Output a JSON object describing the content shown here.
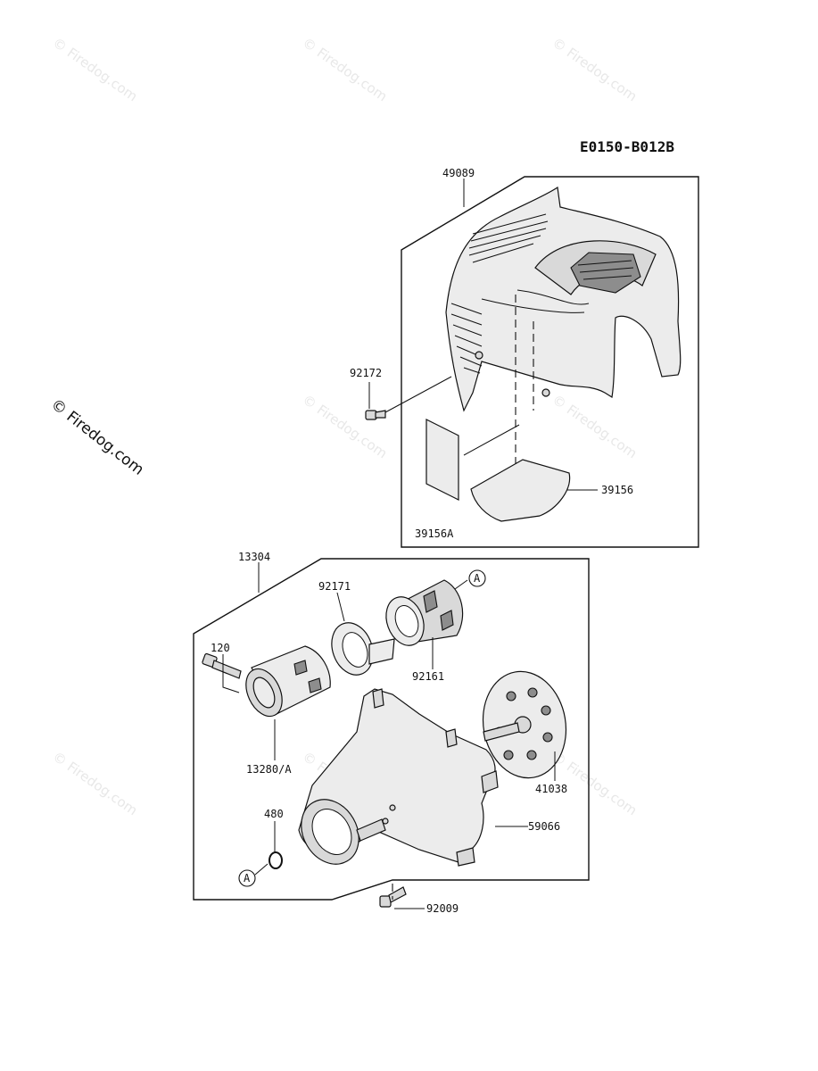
{
  "diagram_code": "E0150-B012B",
  "watermark": {
    "text": "© Firedog.com"
  },
  "upper_group": {
    "labels": {
      "cover": "49089",
      "screw": "92172",
      "sticker_side": "39156A",
      "sticker_bottom": "39156"
    }
  },
  "lower_group": {
    "labels": {
      "assembly": "13304",
      "bolt": "120",
      "collar": "13280/A",
      "ring": "92171",
      "clutch_drum_liner": "92161",
      "clutch": "41038",
      "housing": "59066",
      "clip": "480",
      "bottom_bolt": "92009"
    },
    "markers": {
      "a_top": "A",
      "a_bottom": "A"
    }
  }
}
